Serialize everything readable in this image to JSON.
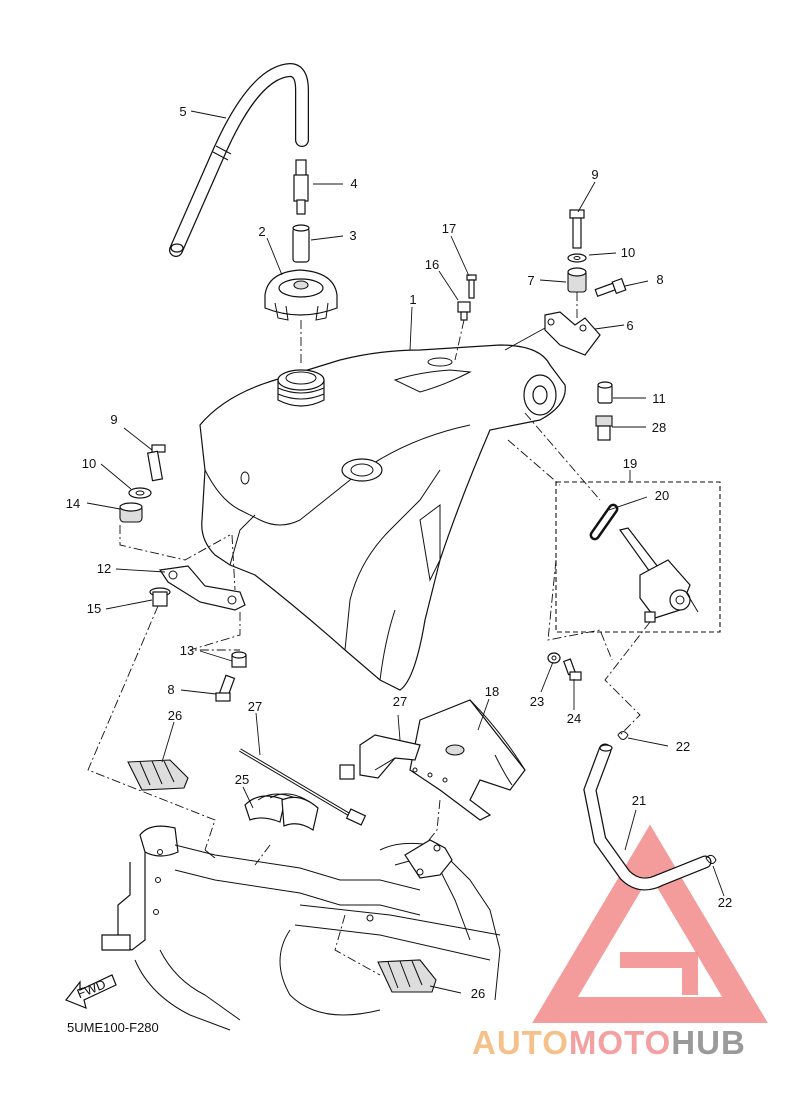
{
  "diagram_code": "5UME100-F280",
  "fwd_label": "FWD",
  "watermark": {
    "part1": "AUTO",
    "part2": "MOTO",
    "part3": "HUB",
    "color_auto": "#f6c08a",
    "color_moto": "#f4a0a0",
    "color_hub": "#9a9a9a",
    "logo_color": "#f28b8b"
  },
  "callouts": {
    "c1": "1",
    "c2": "2",
    "c3": "3",
    "c4": "4",
    "c5": "5",
    "c6": "6",
    "c7": "7",
    "c8a": "8",
    "c8b": "8",
    "c9a": "9",
    "c9b": "9",
    "c10a": "10",
    "c10b": "10",
    "c11": "11",
    "c12": "12",
    "c13": "13",
    "c14": "14",
    "c15": "15",
    "c16": "16",
    "c17": "17",
    "c18": "18",
    "c19": "19",
    "c20": "20",
    "c21": "21",
    "c22a": "22",
    "c22b": "22",
    "c23": "23",
    "c24": "24",
    "c25": "25",
    "c26a": "26",
    "c26b": "26",
    "c27a": "27",
    "c27b": "27",
    "c28": "28"
  }
}
